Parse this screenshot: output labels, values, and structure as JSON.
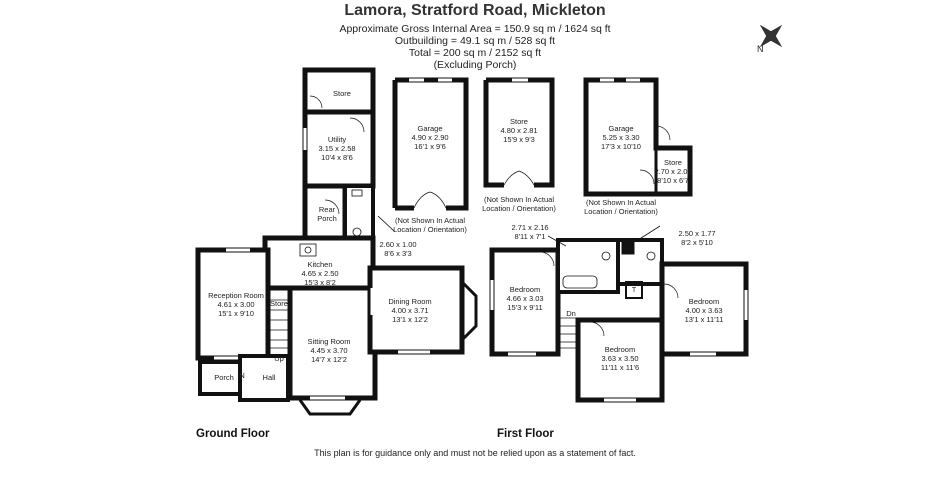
{
  "header": {
    "title": "Lamora, Stratford Road, Mickleton",
    "gross_area": "Approximate Gross Internal Area = 150.9 sq m / 1624 sq ft",
    "outbuilding": "Outbuilding = 49.1 sq m / 528 sq ft",
    "total": "Total = 200 sq m / 2152 sq ft",
    "excluding": "(Excluding Porch)"
  },
  "compass": {
    "label": "N"
  },
  "ground_floor": {
    "label": "Ground Floor",
    "rooms": {
      "store_top": "Store",
      "utility": [
        "Utility",
        "3.15 x 2.58",
        "10'4 x 8'6"
      ],
      "rear_porch": [
        "Rear",
        "Porch"
      ],
      "kitchen": [
        "Kitchen",
        "4.65 x 2.50",
        "15'3 x 8'2"
      ],
      "reception": [
        "Reception Room",
        "4.61 x 3.00",
        "15'1 x 9'10"
      ],
      "store_small": "Store",
      "up": "Up",
      "sitting": [
        "Sitting Room",
        "4.45 x 3.70",
        "14'7 x 12'2"
      ],
      "porch": "Porch",
      "in": "IN",
      "hall": "Hall",
      "dining": [
        "Dining Room",
        "4.00 x 3.71",
        "13'1 x 12'2"
      ],
      "wc_dims": [
        "2.60 x 1.00",
        "8'6 x 3'3"
      ]
    }
  },
  "outbuildings": {
    "garage1": [
      "Garage",
      "4.90 x 2.90",
      "16'1 x 9'6"
    ],
    "garage1_note": [
      "(Not Shown In Actual",
      "Location / Orientation)"
    ],
    "store": [
      "Store",
      "4.80 x 2.81",
      "15'9 x 9'3"
    ],
    "store_note": [
      "(Not Shown In Actual",
      "Location / Orientation)"
    ],
    "garage2": [
      "Garage",
      "5.25 x 3.30",
      "17'3 x 10'10"
    ],
    "store2": [
      "Store",
      "2.70 x 2.00",
      "8'10 x 6'7"
    ],
    "garage2_note": [
      "(Not Shown In Actual",
      "Location / Orientation)"
    ]
  },
  "first_floor": {
    "label": "First Floor",
    "rooms": {
      "bath_dims": [
        "2.71 x 2.16",
        "8'11 x 7'1"
      ],
      "shower_dims": [
        "2.50 x 1.77",
        "8'2 x 5'10"
      ],
      "bedroom1": [
        "Bedroom",
        "4.66 x 3.03",
        "15'3 x 9'11"
      ],
      "dn": "Dn",
      "bedroom2": [
        "Bedroom",
        "3.63 x 3.50",
        "11'11 x 11'6"
      ],
      "bedroom3": [
        "Bedroom",
        "4.00 x 3.63",
        "13'1 x 11'11"
      ],
      "t": "T"
    }
  },
  "disclaimer": "This plan is for guidance only and must not be relied upon as a statement of fact."
}
